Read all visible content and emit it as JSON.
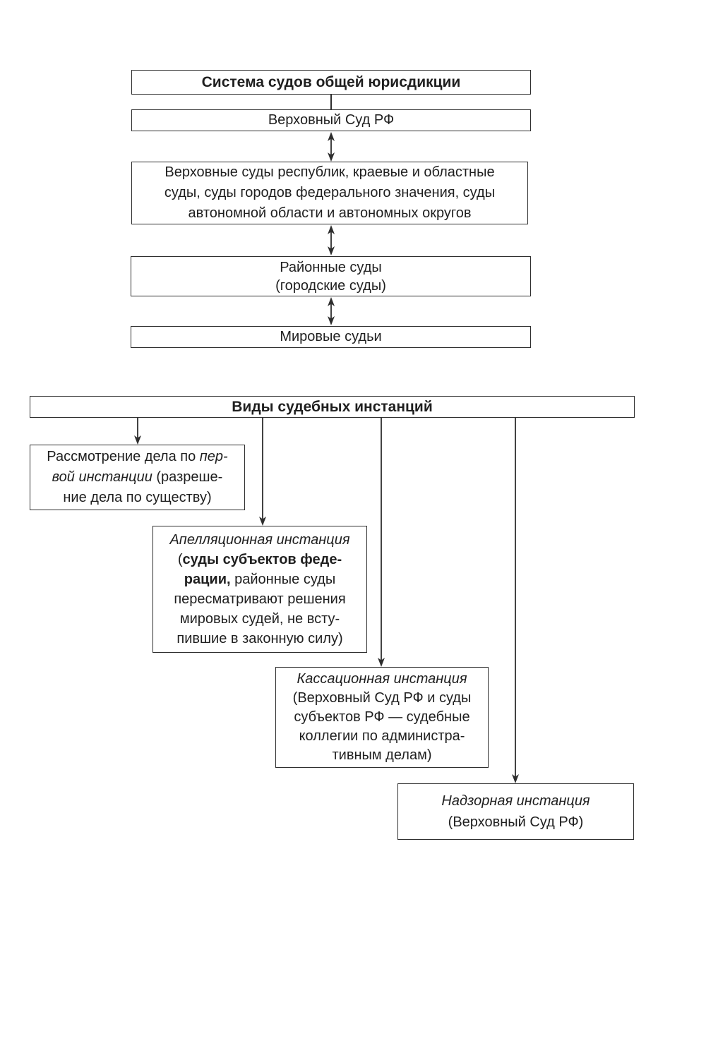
{
  "colors": {
    "border": "#2e2e2e",
    "text": "#1f1f1f",
    "background": "#ffffff"
  },
  "diagram1": {
    "title": "Система судов общей юрисдикции",
    "boxes": {
      "supreme_court": [
        [
          {
            "t": "Верховный Суд РФ"
          }
        ]
      ],
      "regional_courts": [
        [
          {
            "t": "Верховные суды республик, краевые и областные"
          }
        ],
        [
          {
            "t": "суды, суды городов федерального значения, суды"
          }
        ],
        [
          {
            "t": "автономной области и автономных округов"
          }
        ]
      ],
      "district_courts": [
        [
          {
            "t": "Районные суды"
          }
        ],
        [
          {
            "t": "(городские суды)"
          }
        ]
      ],
      "magistrates": [
        [
          {
            "t": "Мировые судьи"
          }
        ]
      ]
    },
    "connectors": [
      {
        "from": "title",
        "to": "supreme_court",
        "type": "plain-line"
      },
      {
        "from": "supreme_court",
        "to": "regional_courts",
        "type": "double-arrow"
      },
      {
        "from": "regional_courts",
        "to": "district_courts",
        "type": "double-arrow"
      },
      {
        "from": "district_courts",
        "to": "magistrates",
        "type": "double-arrow"
      }
    ]
  },
  "diagram2": {
    "title": "Виды судебных инстанций",
    "boxes": {
      "first_instance": [
        [
          {
            "t": "Рассмотрение дела по "
          },
          {
            "t": "пер-",
            "s": "i"
          }
        ],
        [
          {
            "t": "вой инстанции ",
            "s": "i"
          },
          {
            "t": "(разреше-"
          }
        ],
        [
          {
            "t": "ние дела по существу)"
          }
        ]
      ],
      "appellate": [
        [
          {
            "t": "Апелляционная инстанция",
            "s": "i"
          }
        ],
        [
          {
            "t": "("
          },
          {
            "t": "суды субъектов феде-",
            "s": "b"
          }
        ],
        [
          {
            "t": "рации,",
            "s": "b"
          },
          {
            "t": " районные суды"
          }
        ],
        [
          {
            "t": "пересматривают решения"
          }
        ],
        [
          {
            "t": "мировых судей, не всту-"
          }
        ],
        [
          {
            "t": "пившие в законную силу)"
          }
        ]
      ],
      "cassation": [
        [
          {
            "t": "Кассационная инстанция",
            "s": "i"
          }
        ],
        [
          {
            "t": "(Верховный Суд РФ и суды"
          }
        ],
        [
          {
            "t": "субъектов РФ — судебные"
          }
        ],
        [
          {
            "t": "коллегии по администра-"
          }
        ],
        [
          {
            "t": "тивным делам)"
          }
        ]
      ],
      "supervisory": [
        [
          {
            "t": "Надзорная инстанция",
            "s": "i"
          }
        ],
        [
          {
            "t": "(Верховный Суд РФ)"
          }
        ]
      ]
    },
    "connectors": [
      {
        "from": "title",
        "to": "first_instance",
        "type": "down-arrow"
      },
      {
        "from": "title",
        "to": "appellate",
        "type": "down-arrow"
      },
      {
        "from": "title",
        "to": "cassation",
        "type": "down-arrow"
      },
      {
        "from": "title",
        "to": "supervisory",
        "type": "down-arrow"
      }
    ]
  }
}
